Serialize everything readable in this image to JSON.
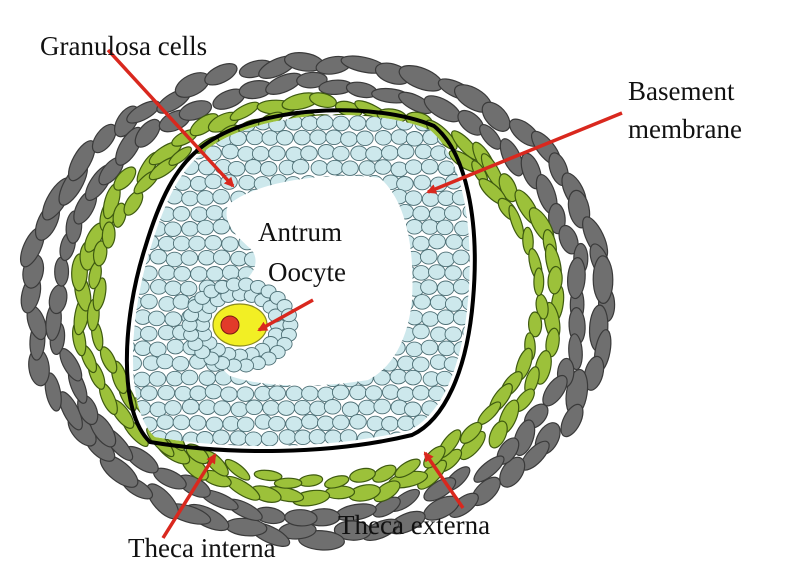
{
  "labels": {
    "granulosa": "Granulosa cells",
    "basement_line1": "Basement",
    "basement_line2": "membrane",
    "antrum": "Antrum",
    "oocyte": "Oocyte",
    "theca_interna": "Theca interna",
    "theca_externa": "Theca externa"
  },
  "colors": {
    "theca_externa": "#6f6f6f",
    "theca_interna": "#9cc13a",
    "granulosa": "#cde8ec",
    "basement_membrane": "#000000",
    "oocyte": "#f2ef24",
    "nucleus": "#e23a2a",
    "arrow": "#d9281e",
    "antrum": "#ffffff"
  }
}
